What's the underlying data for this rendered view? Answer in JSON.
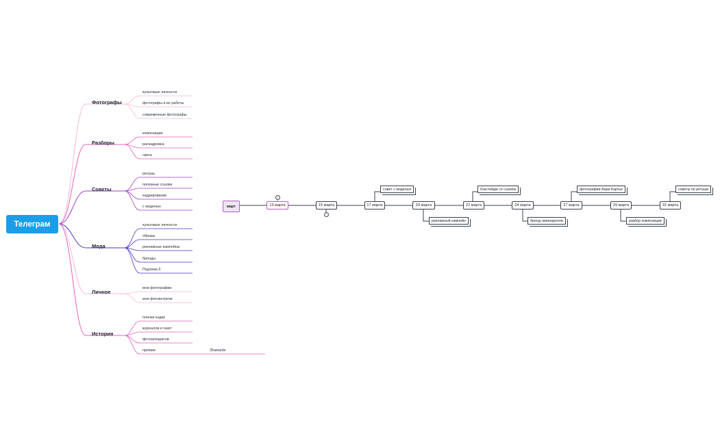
{
  "root": {
    "label": "Телеграм"
  },
  "topics": [
    {
      "label": "Фотографы",
      "color": "#f2b8d8",
      "subs": [
        "культовые личности",
        "фотографы и их работы",
        "современные фотографы"
      ]
    },
    {
      "label": "Разборы",
      "color": "#e85fb8",
      "subs": [
        "композиции",
        "раскадровка",
        "света"
      ]
    },
    {
      "label": "Советы",
      "color": "#9a3ec8",
      "subs": [
        "ретушь",
        "полезные ссылки",
        "кадрирование",
        "с моделью"
      ]
    },
    {
      "label": "Мода",
      "color": "#4c2fc0",
      "subs": [
        "культовые личности",
        "образы",
        "рекламные кампейны",
        "бренды",
        "Подтема 5"
      ]
    },
    {
      "label": "Личное",
      "color": "#f2b8d8",
      "subs": [
        "мои фотографии",
        "мои фотовстречи"
      ]
    },
    {
      "label": "История",
      "color": "#e85fb8",
      "subs": [
        "пленки кодак",
        "журналов и газет",
        "фотоаппаратов",
        "премии"
      ]
    }
  ],
  "extra_leaf": {
    "label": "35awards"
  },
  "timeline": {
    "start": "март",
    "dates": [
      "13 марта",
      "15 марта",
      "17 марта",
      "20 марта",
      "22 марта",
      "24 марта",
      "27 марта",
      "29 марта",
      "31 марта"
    ],
    "notes_above": [
      "совет с моделью",
      "бэкстейдж со съемок",
      "фотографии Анри Картье",
      "советы по ретуши"
    ],
    "notes_below": [
      "рекламный кампейн",
      "бренд скиапарелли",
      "разбор композиции"
    ],
    "info_icon": "i"
  }
}
